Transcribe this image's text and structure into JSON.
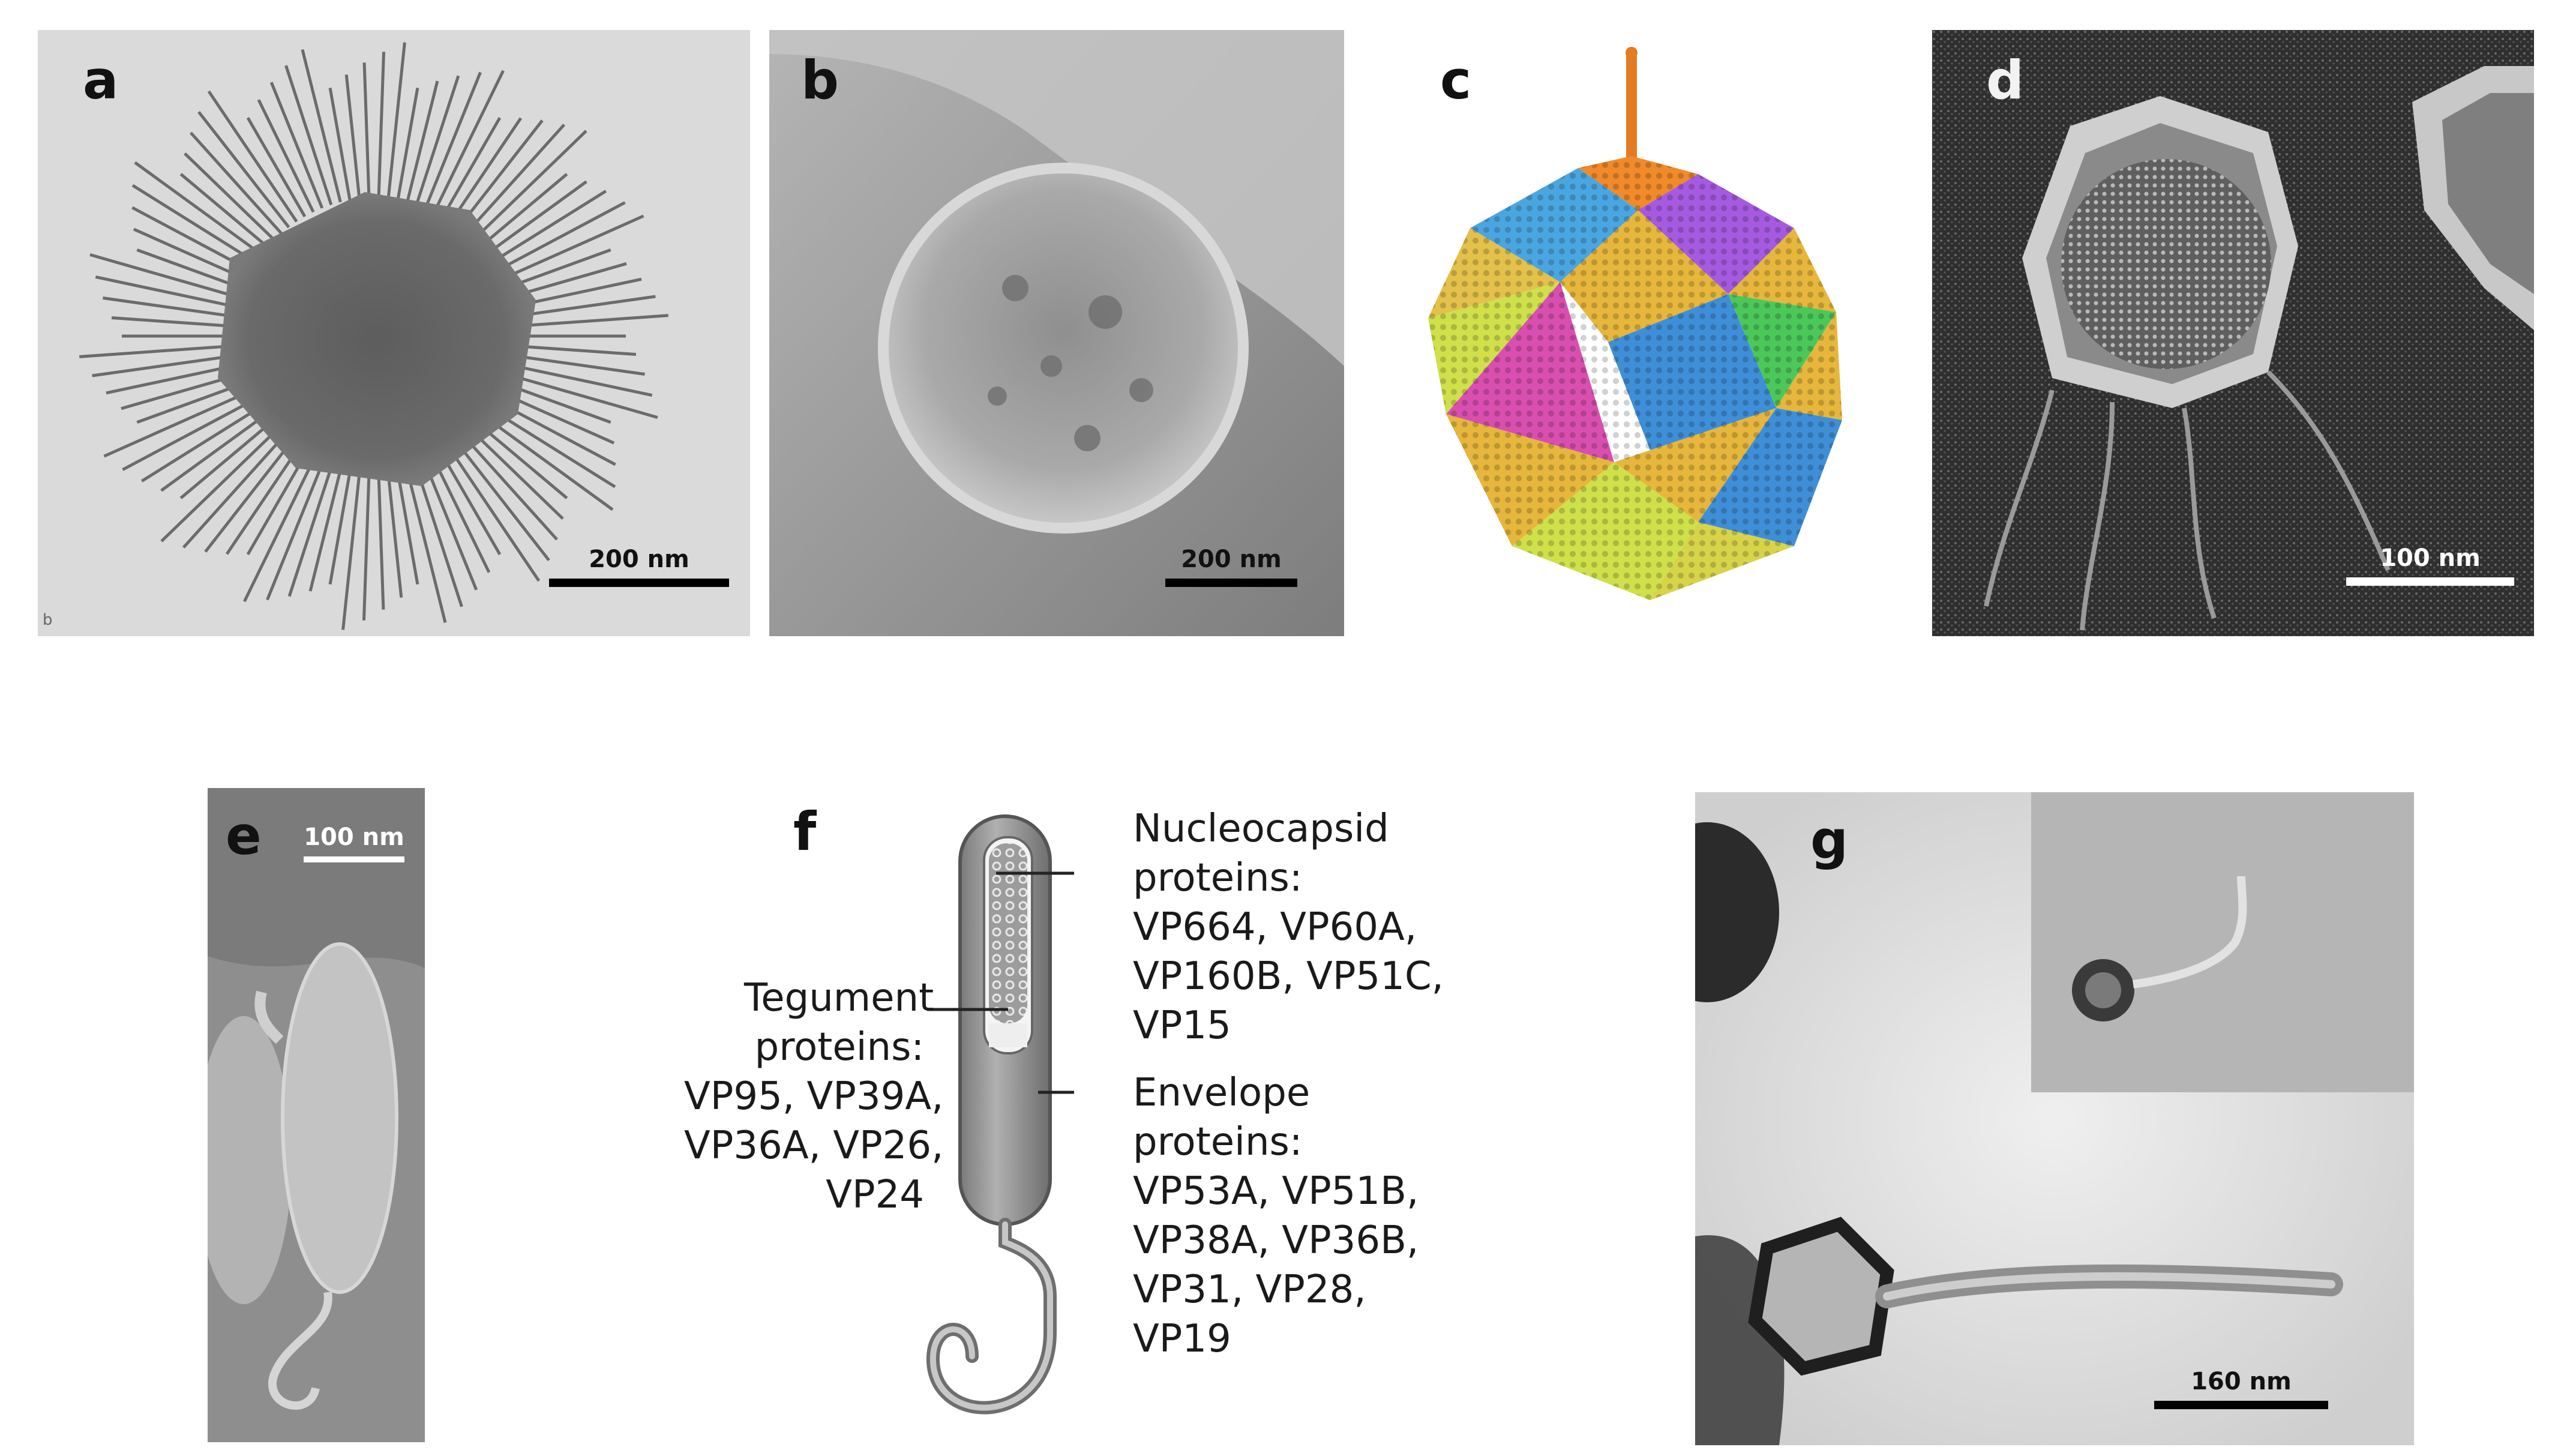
{
  "panels": {
    "a": {
      "label": "a",
      "scale_bar": "200 nm",
      "corner_mark": "b"
    },
    "b": {
      "label": "b",
      "scale_bar": "200 nm"
    },
    "c": {
      "label": "c"
    },
    "d": {
      "label": "d",
      "scale_bar": "100 nm"
    },
    "e": {
      "label": "e",
      "scale_bar": "100 nm"
    },
    "f": {
      "label": "f",
      "nucleocapsid": {
        "title": "Nucleocapsid\nproteins:",
        "list": "VP664, VP60A,\nVP160B, VP51C,\nVP15"
      },
      "tegument": {
        "title": "Tegument\nproteins:",
        "list": "VP95, VP39A,\nVP36A, VP26,\nVP24"
      },
      "envelope": {
        "title": "Envelope\nproteins:",
        "list": "VP53A, VP51B,\nVP38A, VP36B,\nVP31, VP28,\nVP19"
      }
    },
    "g": {
      "label": "g",
      "scale_bar": "160 nm"
    }
  },
  "colors": {
    "capsid_orange": "#e8a33a",
    "capsid_purple": "#a45ad8",
    "capsid_blue": "#3f8fd8",
    "capsid_green": "#4cc85a",
    "capsid_pink": "#d84fa8",
    "capsid_yellow": "#d7d44a"
  }
}
